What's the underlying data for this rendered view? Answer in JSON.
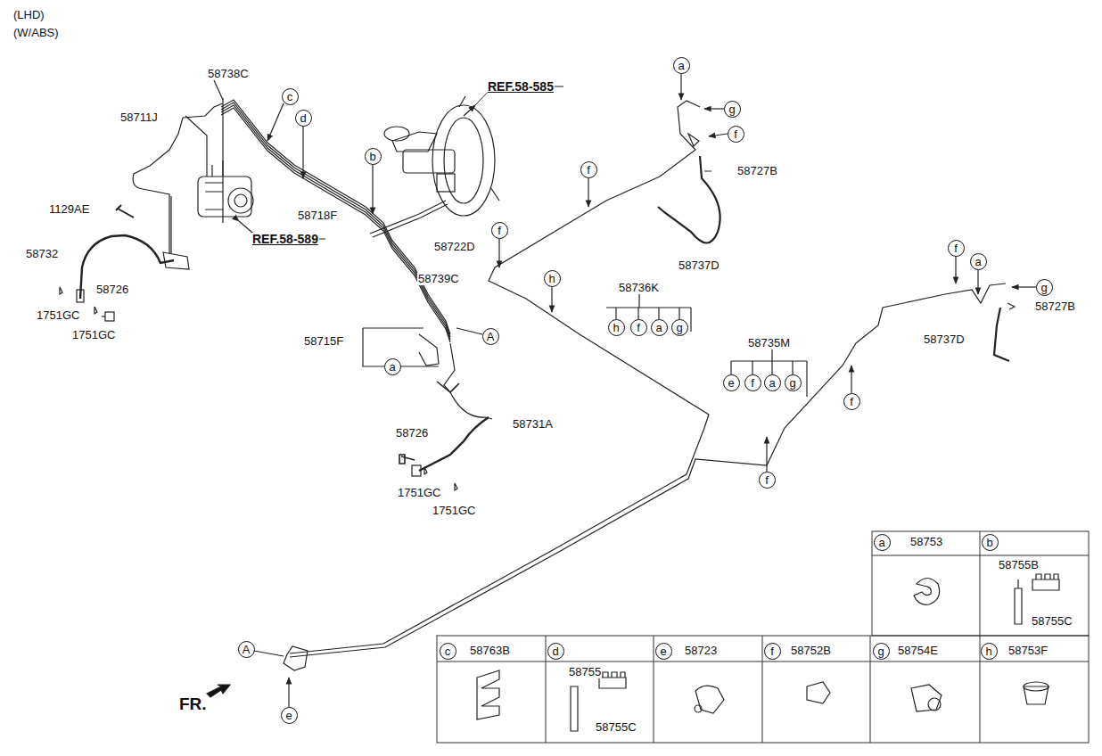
{
  "diagram": {
    "nodes": [
      {
        "text": [
          "c"
        ]
      },
      {
        "text": [
          "d"
        ]
      },
      {
        "text": [
          "a"
        ]
      },
      {
        "text": [
          "g"
        ]
      },
      {
        "text": [
          "f"
        ]
      },
      {
        "text": [
          "b"
        ]
      },
      {
        "text": [
          "f"
        ]
      },
      {
        "text": [
          "f"
        ]
      },
      {
        "text": [
          "f"
        ]
      },
      {
        "text": [
          "a"
        ]
      },
      {
        "text": [
          "h"
        ]
      },
      {
        "text": [
          "g"
        ]
      },
      {
        "text": [
          "h"
        ]
      },
      {
        "text": [
          "f"
        ]
      },
      {
        "text": [
          "a"
        ]
      },
      {
        "text": [
          "g"
        ]
      },
      {
        "text": [
          "A"
        ]
      },
      {
        "text": [
          "a"
        ]
      },
      {
        "text": [
          "e"
        ]
      },
      {
        "text": [
          "f"
        ]
      },
      {
        "text": [
          "a"
        ]
      },
      {
        "text": [
          "g"
        ]
      },
      {
        "text": [
          "f"
        ]
      },
      {
        "text": [
          "f"
        ]
      },
      {
        "text": [
          "a"
        ]
      },
      {
        "text": [
          "b"
        ]
      },
      {
        "text": [
          "A"
        ]
      },
      {
        "text": [
          "c"
        ]
      },
      {
        "text": [
          "d"
        ]
      },
      {
        "text": [
          "e"
        ]
      },
      {
        "text": [
          "f"
        ]
      },
      {
        "text": [
          "g"
        ]
      },
      {
        "text": [
          "h"
        ]
      },
      {
        "text": [
          "e"
        ]
      }
    ],
    "labels": [
      "(LHD)",
      "(W/ABS)",
      "58738C",
      "58711J",
      "REF.58-585",
      "58727B",
      "1129AE",
      "58718F",
      "58722D",
      "REF.58-589",
      "58732",
      "58726",
      "1751GC",
      "1751GC",
      "58739C",
      "58736K",
      "58737D",
      "58727B",
      "58737D",
      "58715F",
      "58735M",
      "58731A",
      "58726",
      "1751GC",
      "1751GC",
      "FR.",
      "58753",
      "58755B",
      "58755C",
      "58763B",
      "58755",
      "58755C",
      "58723",
      "58752B",
      "58754E",
      "58753F"
    ]
  }
}
